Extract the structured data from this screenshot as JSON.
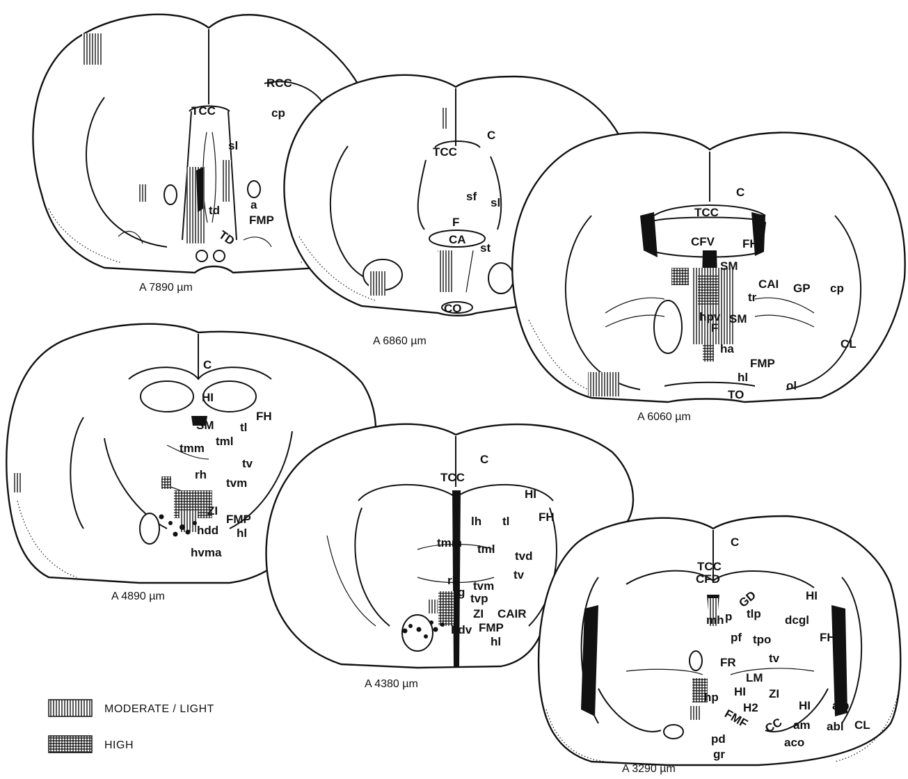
{
  "sections": [
    {
      "id": "s1",
      "caption": "A 7890 µm",
      "labels": [
        "RCC",
        "TCC",
        "cp",
        "sl",
        "td",
        "a",
        "TD",
        "FMP"
      ]
    },
    {
      "id": "s2",
      "caption": "A 6860 µm",
      "labels": [
        "C",
        "TCC",
        "sf",
        "sl",
        "F",
        "CA",
        "st",
        "CO"
      ]
    },
    {
      "id": "s3",
      "caption": "A 6060 µm",
      "labels": [
        "C",
        "TCC",
        "CFV",
        "FH",
        "SM",
        "CAI",
        "GP",
        "cp",
        "tr",
        "hpv",
        "SM",
        "F",
        "ha",
        "FMP",
        "hl",
        "CL",
        "ol",
        "TO"
      ]
    },
    {
      "id": "s4",
      "caption": "A 4890 µm",
      "labels": [
        "C",
        "HI",
        "FH",
        "SM",
        "tl",
        "tml",
        "tmm",
        "tv",
        "rh",
        "tvm",
        "ZI",
        "FMP",
        "hdd",
        "hl",
        "hvma"
      ]
    },
    {
      "id": "s5",
      "caption": "A 4380 µm",
      "labels": [
        "C",
        "TCC",
        "HI",
        "lh",
        "FH",
        "tl",
        "tmm",
        "tml",
        "tvd",
        "tv",
        "rh",
        "tvm",
        "g",
        "tvp",
        "ZI",
        "CAIR",
        "hdv",
        "FMP",
        "hl"
      ]
    },
    {
      "id": "s6",
      "caption": "A 3290 µm",
      "labels": [
        "C",
        "TCC",
        "CFD",
        "GD",
        "HI",
        "mh",
        "p",
        "tlp",
        "dcgl",
        "pf",
        "tpo",
        "FH",
        "FR",
        "tv",
        "LM",
        "hp",
        "HI",
        "ZI",
        "H2",
        "HI",
        "alp",
        "FMF",
        "CC",
        "am",
        "abl",
        "CL",
        "pd",
        "aco",
        "gr"
      ]
    }
  ],
  "legend": {
    "items": [
      {
        "label": "MODERATE / LIGHT",
        "pattern": "vertical-hatch"
      },
      {
        "label": "HIGH",
        "pattern": "cross-hatch"
      }
    ]
  }
}
